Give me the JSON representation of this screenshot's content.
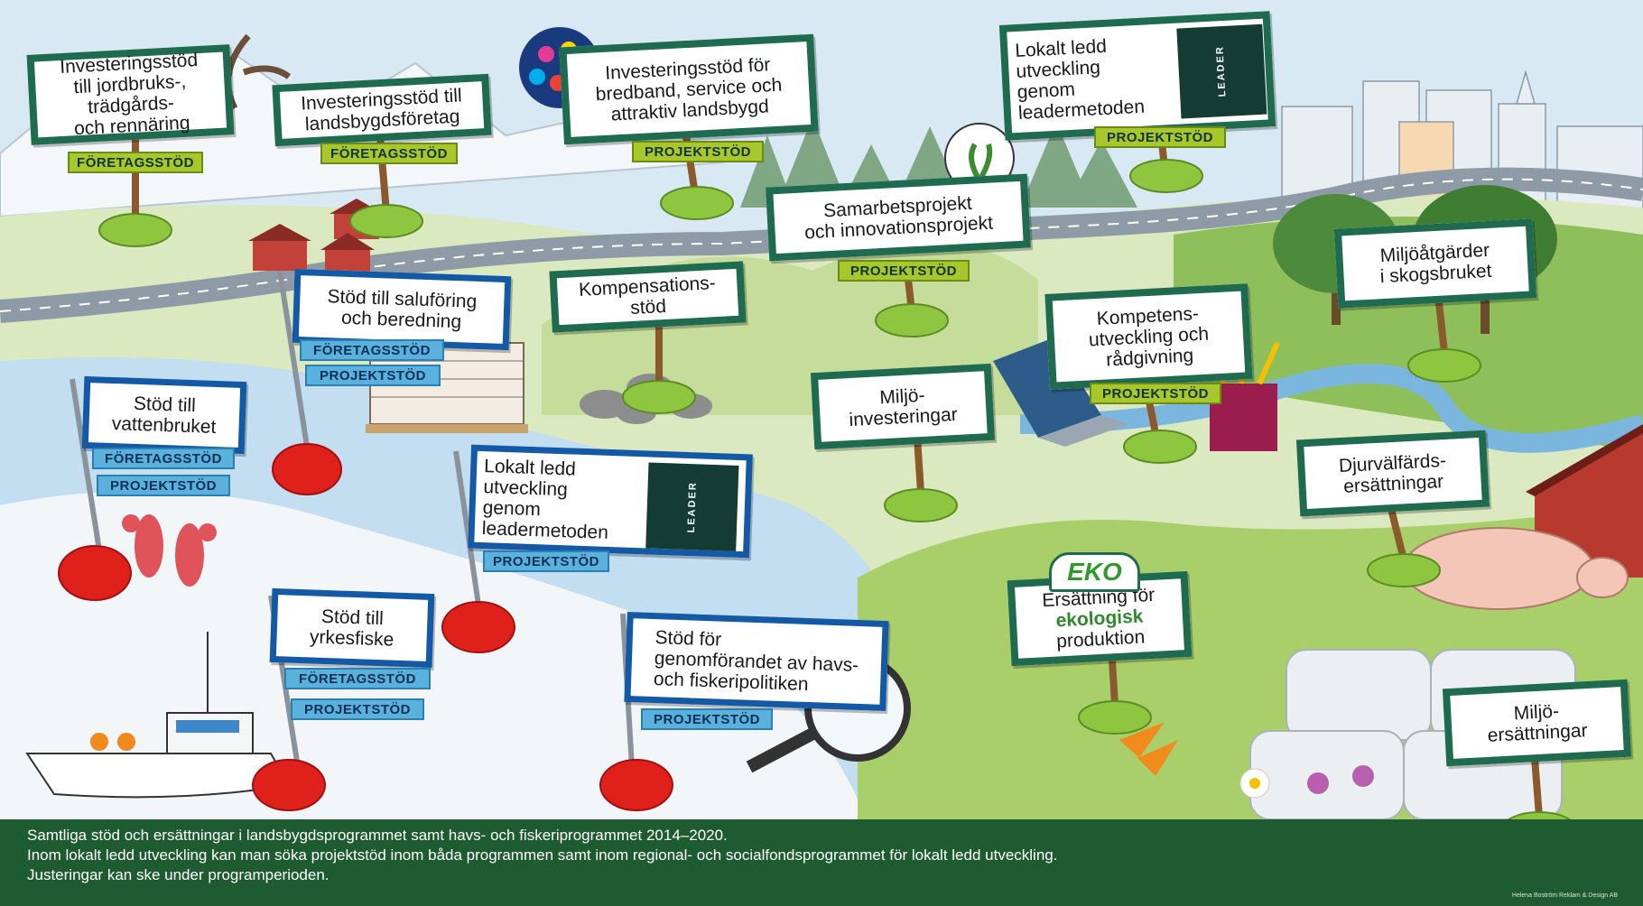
{
  "signs": {
    "jordbruk": "Investeringsstöd\ntill jordbruks-,\nträdgårds-\noch rennäring",
    "landsbygdsforetag": "Investeringsstöd till\nlandsbygdsföretag",
    "bredband": "Investeringsstöd för\nbredband, service och\nattraktiv landsbygd",
    "leader_top": "Lokalt ledd\nutveckling\ngenom\nleadermetoden",
    "samarbete": "Samarbetsprojekt\noch innovationsprojekt",
    "miljoatgarder": "Miljöåtgärder\ni skogsbruket",
    "saluforing": "Stöd till saluföring\noch beredning",
    "kompensation": "Kompensations-\nstöd",
    "kompetens": "Kompetens-\nutveckling och\nrådgivning",
    "vattenbruk": "Stöd till\nvattenbruket",
    "miljoinvest": "Miljö-\ninvesteringar",
    "leader_sea": "Lokalt ledd\nutveckling\ngenom\nleadermetoden",
    "djurvalfard": "Djurvälfärds-\nersättningar",
    "yrkesfiske": "Stöd till\nyrkesfiske",
    "havsfiske": "Stöd för\ngenomförandet av havs-\noch fiskeripolitiken",
    "miljoersattning": "Miljö-\nersättningar",
    "eko_line1": "Ersättning för",
    "eko_line2": "ekologisk",
    "eko_line3": "produktion"
  },
  "tags": {
    "foretagsstod": "FÖRETAGSSTÖD",
    "projektstod": "PROJEKTSTÖD"
  },
  "leader_logo": "LEADER",
  "eko_logo": "EKO",
  "footer": {
    "line1": "Samtliga stöd och ersättningar i landsbygdsprogrammet samt havs- och fiskeriprogrammet 2014–2020.",
    "line2": "Inom lokalt ledd utveckling kan man söka projektstöd inom båda programmen samt inom regional- och socialfondsprogrammet för lokalt ledd utveckling.",
    "line3": "Justeringar kan ske under programperioden.",
    "credit": "Helena Boström Reklam & Design AB"
  },
  "colors": {
    "land_sign_border": "#1f6b4f",
    "sea_sign_border": "#1459a6",
    "foretag_tag": "#a8c72b",
    "projekt_tag_land": "#a8c72b",
    "projekt_tag_sea": "#5ab2dc",
    "buoy": "#e0201b",
    "footer": "#1e5b30"
  }
}
